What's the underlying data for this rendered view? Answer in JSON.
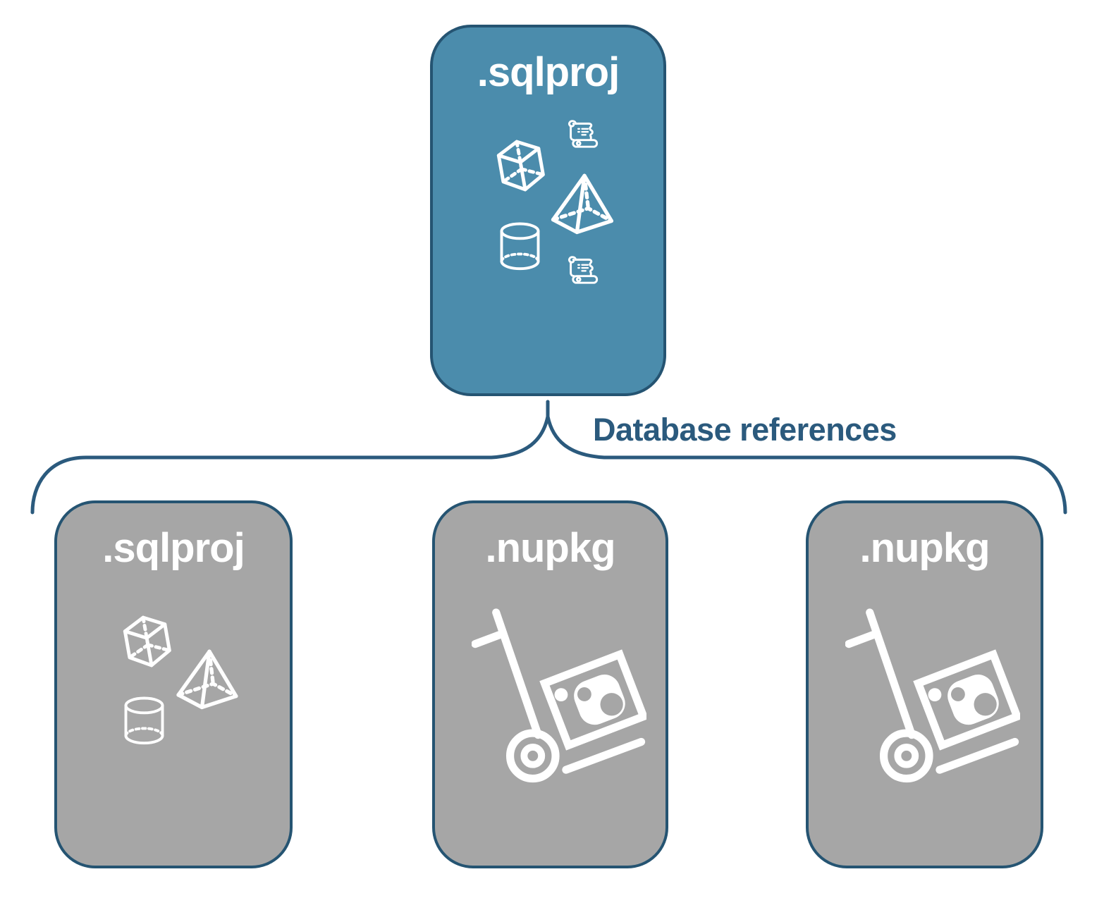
{
  "diagram": {
    "root": {
      "label": ".sqlproj"
    },
    "connector_label": "Database references",
    "children": [
      {
        "label": ".sqlproj",
        "type": "sql-project"
      },
      {
        "label": ".nupkg",
        "type": "nuget-package"
      },
      {
        "label": ".nupkg",
        "type": "nuget-package"
      }
    ],
    "icons": {
      "root": [
        "cube-icon",
        "script-scroll-icon",
        "pyramid-icon",
        "database-cylinder-icon",
        "script-scroll-icon"
      ],
      "sql_project": [
        "cube-icon",
        "pyramid-icon",
        "database-cylinder-icon"
      ],
      "nuget_package": [
        "hand-truck-package-icon"
      ]
    },
    "colors": {
      "root_fill": "#4b8cac",
      "child_fill": "#a6a6a6",
      "outline": "#255472",
      "label_text": "#2b5a7d",
      "icon": "#ffffff"
    }
  }
}
